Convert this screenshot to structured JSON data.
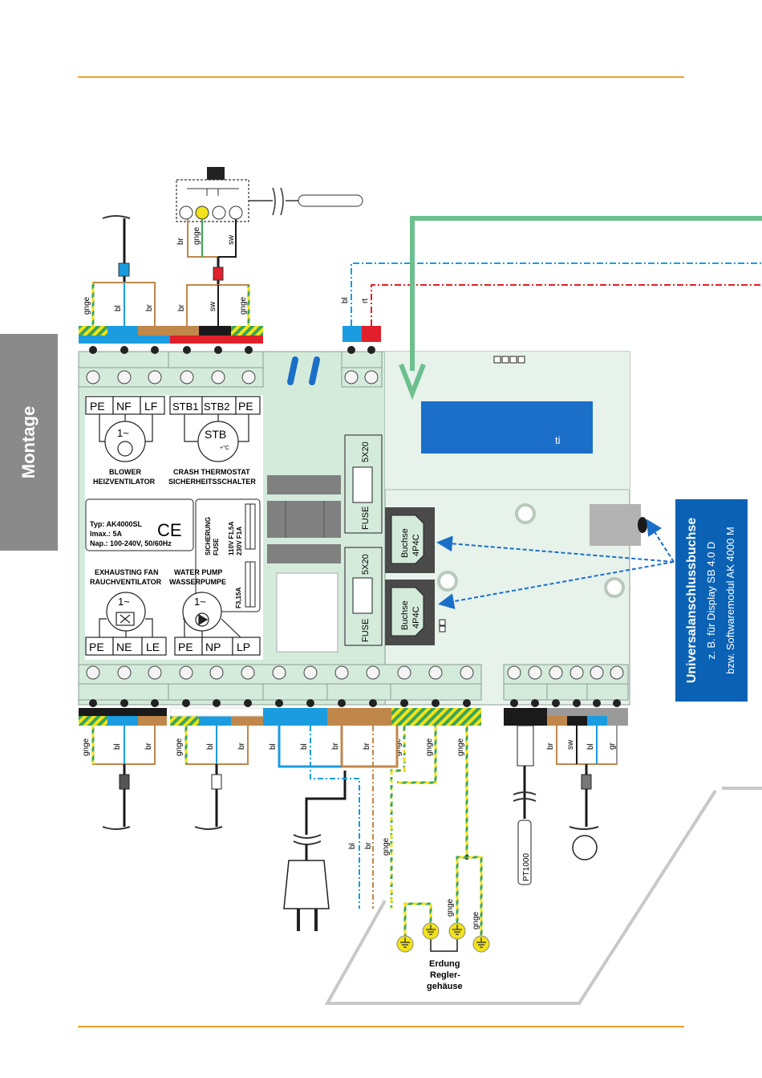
{
  "side_tab": {
    "label": "Montage"
  },
  "info_box": {
    "title": "Universalanschlussbuchse",
    "line1": "z. B. für Display SB 4.0 D",
    "line2": "bzw. Softwaremodul AK 4000 M"
  },
  "wire_codes": {
    "gnge": "gnge",
    "bl": "bl",
    "br": "br",
    "sw": "sw",
    "rt": "rt",
    "gr": "gr"
  },
  "module_labels": {
    "blower_terms": [
      "PE",
      "NF",
      "LF"
    ],
    "blower_symbol": "1~",
    "blower_caption_1": "BLOWER",
    "blower_caption_2": "HEIZVENTILATOR",
    "crash_terms": [
      "STB1",
      "STB2",
      "PE"
    ],
    "crash_symbol": "STB",
    "crash_temp": "+°C",
    "crash_caption_1": "CRASH THERMOSTAT",
    "crash_caption_2": "SICHERHEITSSCHALTER",
    "type_line_1": "Typ: AK4000SL",
    "type_line_2": "Imax.: 5A",
    "type_line_3": "Nap.: 100-240V, 50/60Hz",
    "ce_mark": "CE",
    "fuse_label_1": "SICHERUNG",
    "fuse_label_2": "FUSE",
    "fuse_rating_1": "110V F1,5A",
    "fuse_rating_2": "230V F1A",
    "fuse_rating_3": "F3,15A",
    "fan_caption_1": "EXHAUSTING FAN",
    "fan_caption_2": "RAUCHVENTILATOR",
    "pump_caption_1": "WATER PUMP",
    "pump_caption_2": "WASSERPUMPE",
    "fan_symbol": "1~",
    "pump_symbol": "1~",
    "fan_terms": [
      "PE",
      "NE",
      "LE"
    ],
    "pump_terms": [
      "PE",
      "NP",
      "LP"
    ]
  },
  "fuse_holders": {
    "size": "5X20",
    "label": "FUSE"
  },
  "sockets": {
    "line1": "Buchse",
    "line2": "4P4C"
  },
  "display_text": "ti",
  "sensors": {
    "pt": "PT1000"
  },
  "grounding": {
    "line1": "Erdung",
    "line2": "Regler-",
    "line3": "gehäuse"
  },
  "colors": {
    "accent_orange": "#f0a030",
    "board_green": "#d4ebdc",
    "wire_blue": "#1b9ce0",
    "wire_brown": "#c0874b",
    "wire_black": "#1a1a1a",
    "wire_red": "#e0202a",
    "wire_green": "#6cc08e",
    "ground_yellow": "#f2e21a",
    "info_blue": "#0b62b5"
  }
}
